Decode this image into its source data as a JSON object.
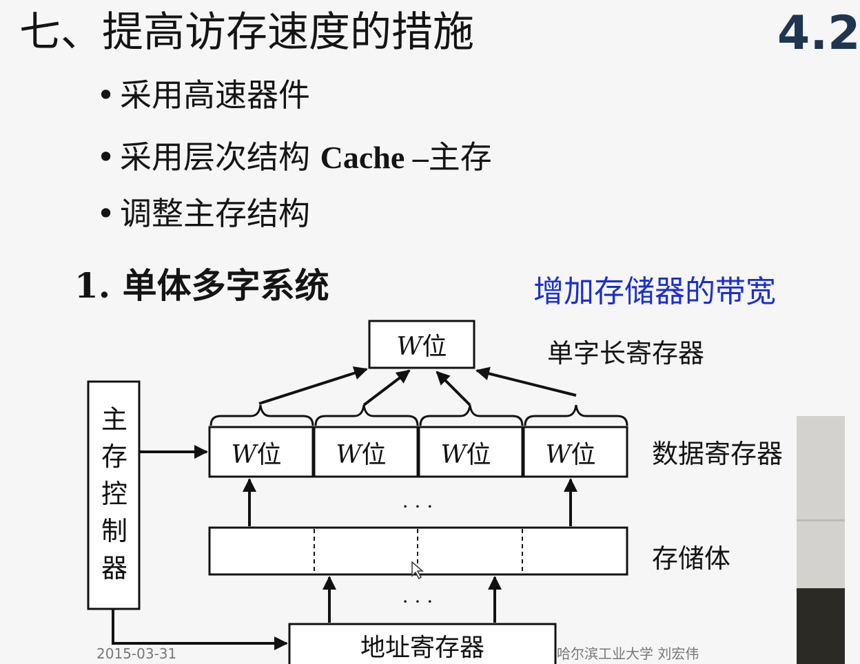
{
  "slide": {
    "title": "七、提高访存速度的措施",
    "section_number": "4.2",
    "bullets": [
      {
        "text_before": "采用高速器件",
        "text_latin": "",
        "text_after": ""
      },
      {
        "text_before": "采用层次结构 ",
        "text_latin": "Cache –",
        "text_after": "主存"
      },
      {
        "text_before": "调整主存结构",
        "text_latin": "",
        "text_after": ""
      }
    ],
    "bullet_symbol": "•",
    "subheading": "1. 单体多字系统",
    "highlight": "增加存储器的带宽",
    "highlight_color": "#1a2fd0",
    "footer_date": "2015-03-31",
    "footer_author": "哈尔滨工业大学 刘宏伟"
  },
  "diagram": {
    "single_register": {
      "label_var": "W",
      "label_cn": "位"
    },
    "single_register_label": "单字长寄存器",
    "data_register_cells": [
      {
        "label_var": "W",
        "label_cn": "位"
      },
      {
        "label_var": "W",
        "label_cn": "位"
      },
      {
        "label_var": "W",
        "label_cn": "位"
      },
      {
        "label_var": "W",
        "label_cn": "位"
      }
    ],
    "data_register_label": "数据寄存器",
    "storage_label": "存储体",
    "controller_label": [
      "主",
      "存",
      "控",
      "制",
      "器"
    ],
    "address_register_label": "地址寄存器",
    "ellipsis": "· · ·"
  }
}
